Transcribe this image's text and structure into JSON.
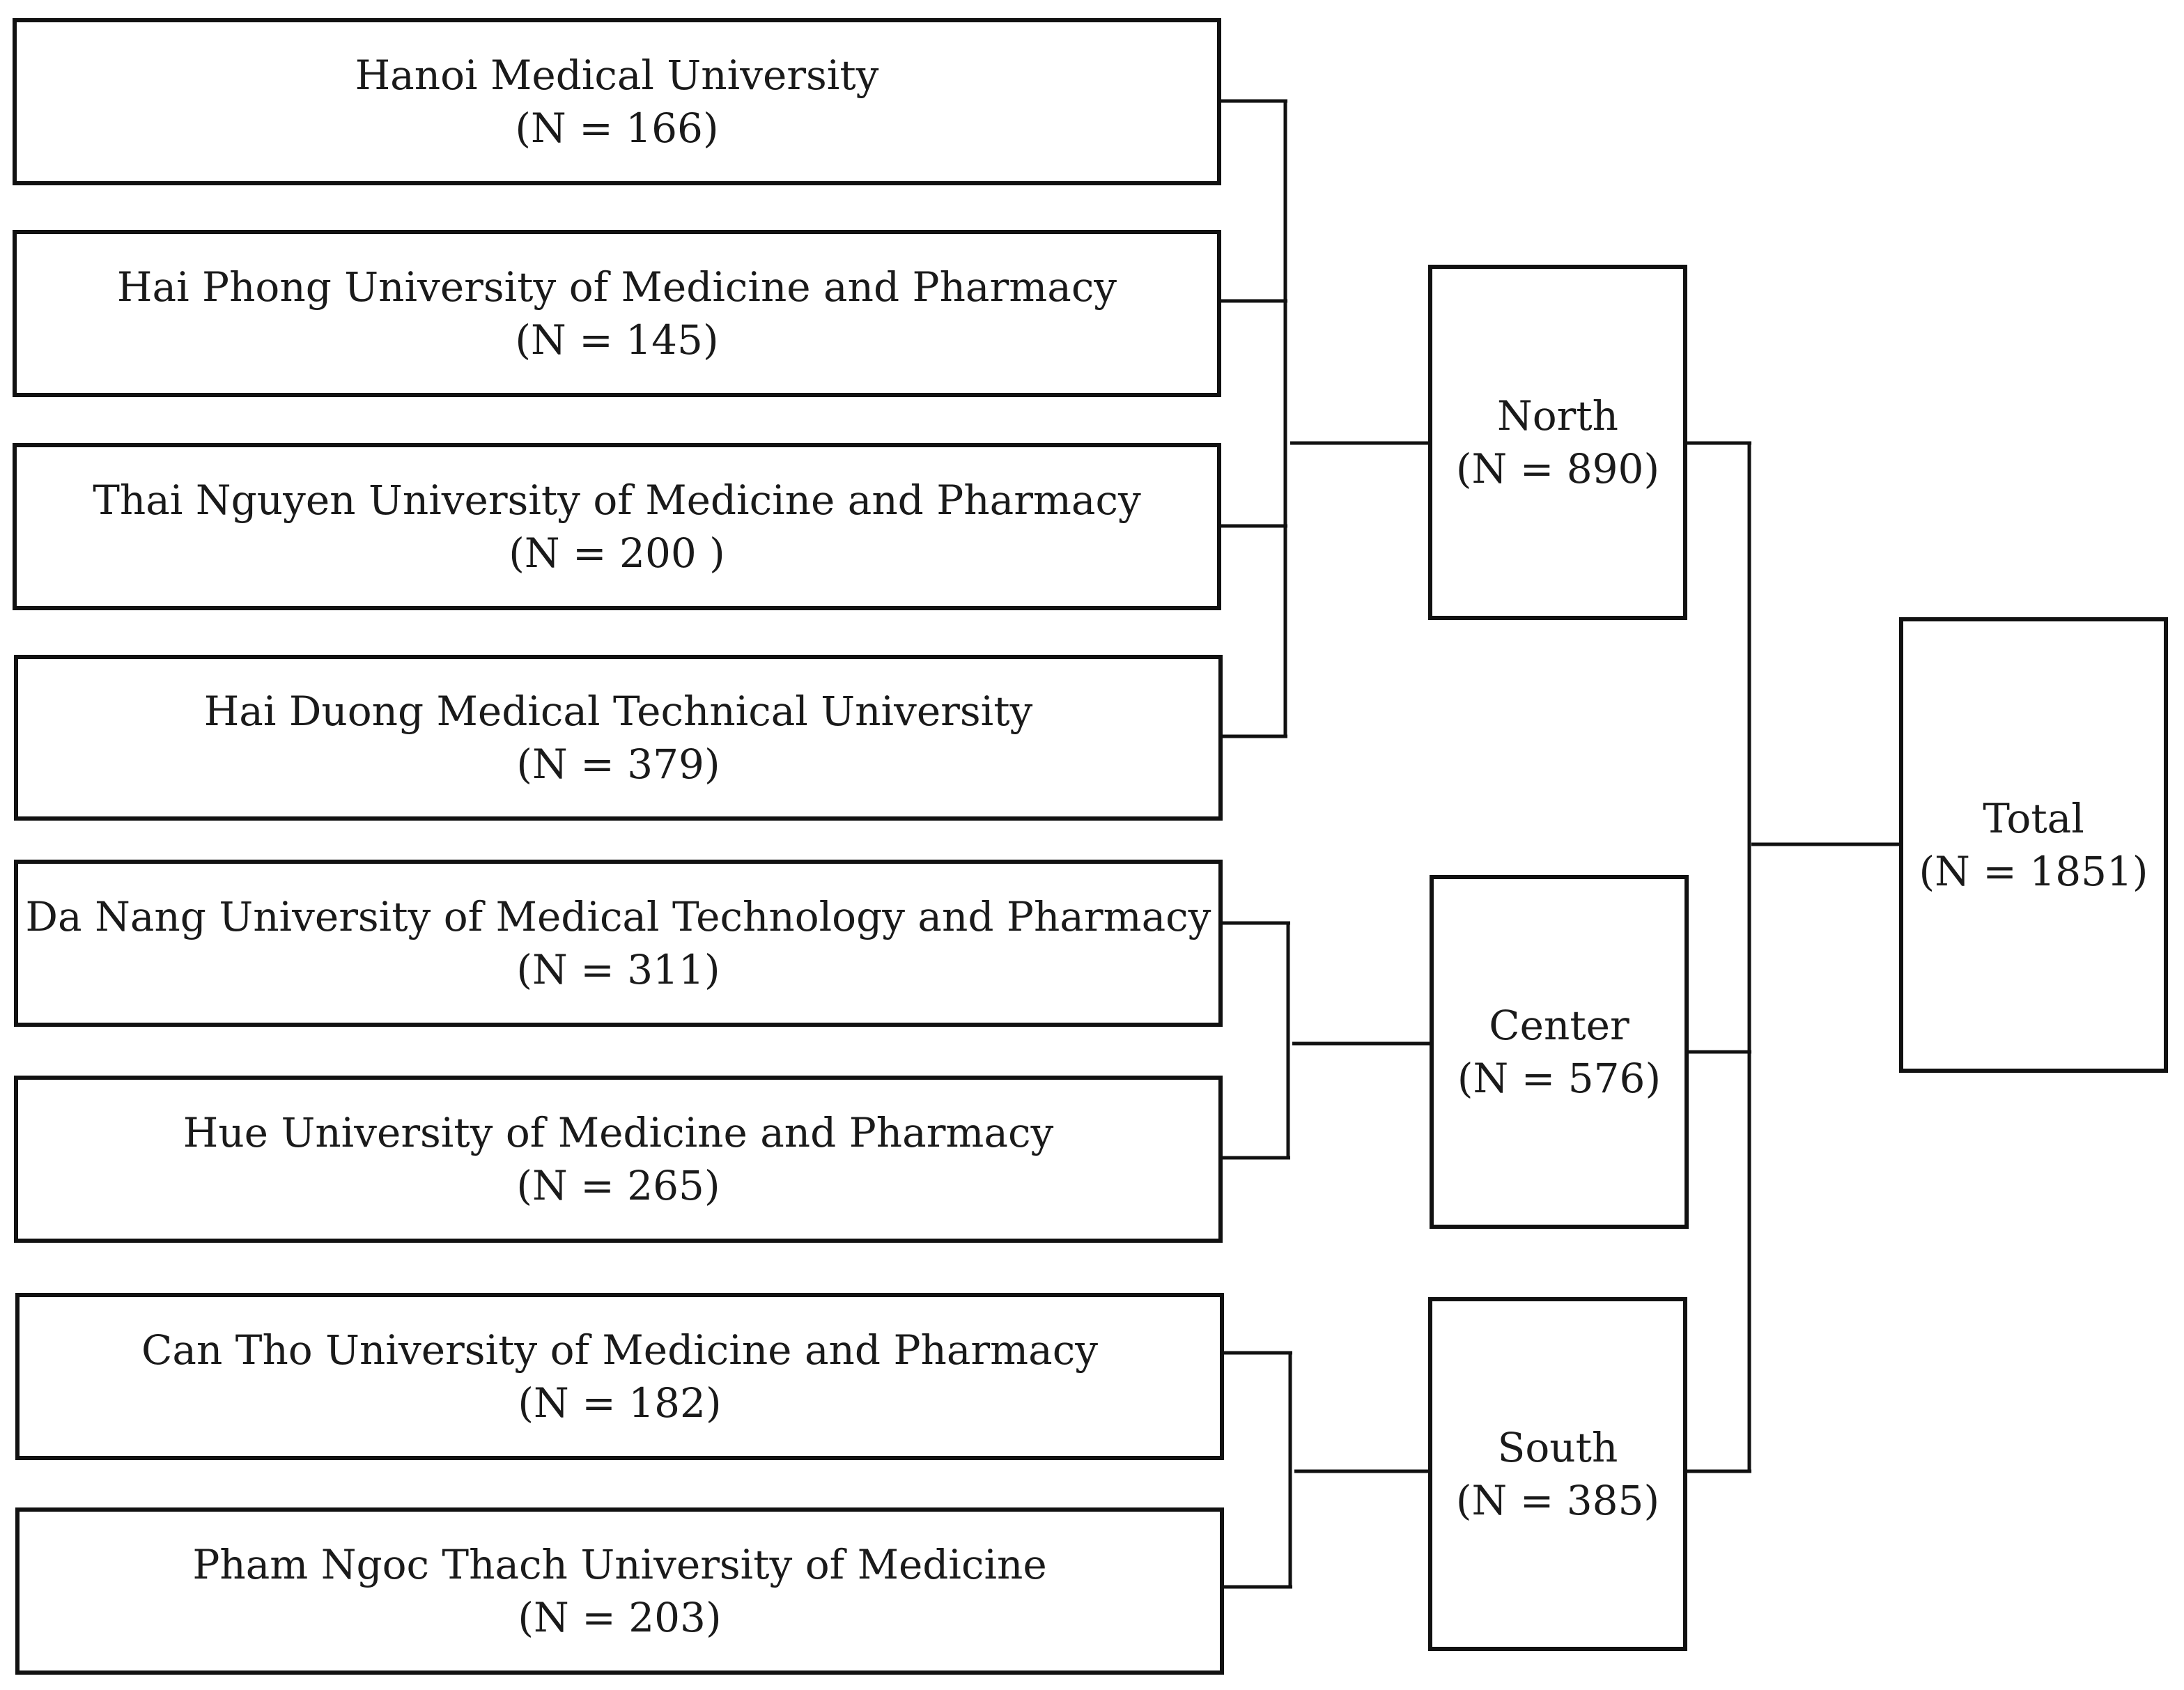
{
  "universities": [
    {
      "name": "Hanoi Medical University",
      "count": "(N = 166)"
    },
    {
      "name": "Hai Phong University of Medicine and Pharmacy",
      "count": "(N = 145)"
    },
    {
      "name": "Thai Nguyen University of Medicine and Pharmacy",
      "count": "(N = 200 )"
    },
    {
      "name": "Hai Duong Medical Technical University",
      "count": "(N = 379)"
    },
    {
      "name": "Da Nang University of Medical Technology and Pharmacy",
      "count": "(N = 311)"
    },
    {
      "name": "Hue University of Medicine and Pharmacy",
      "count": "(N = 265)"
    },
    {
      "name": "Can Tho University of Medicine and Pharmacy",
      "count": "(N = 182)"
    },
    {
      "name": "Pham Ngoc Thach University of Medicine",
      "count": "(N = 203)"
    }
  ],
  "regions": [
    {
      "name": "North",
      "count": "(N = 890)"
    },
    {
      "name": "Center",
      "count": "(N = 576)"
    },
    {
      "name": "South",
      "count": "(N = 385)"
    }
  ],
  "total": {
    "name": "Total",
    "count": "(N = 1851)"
  }
}
